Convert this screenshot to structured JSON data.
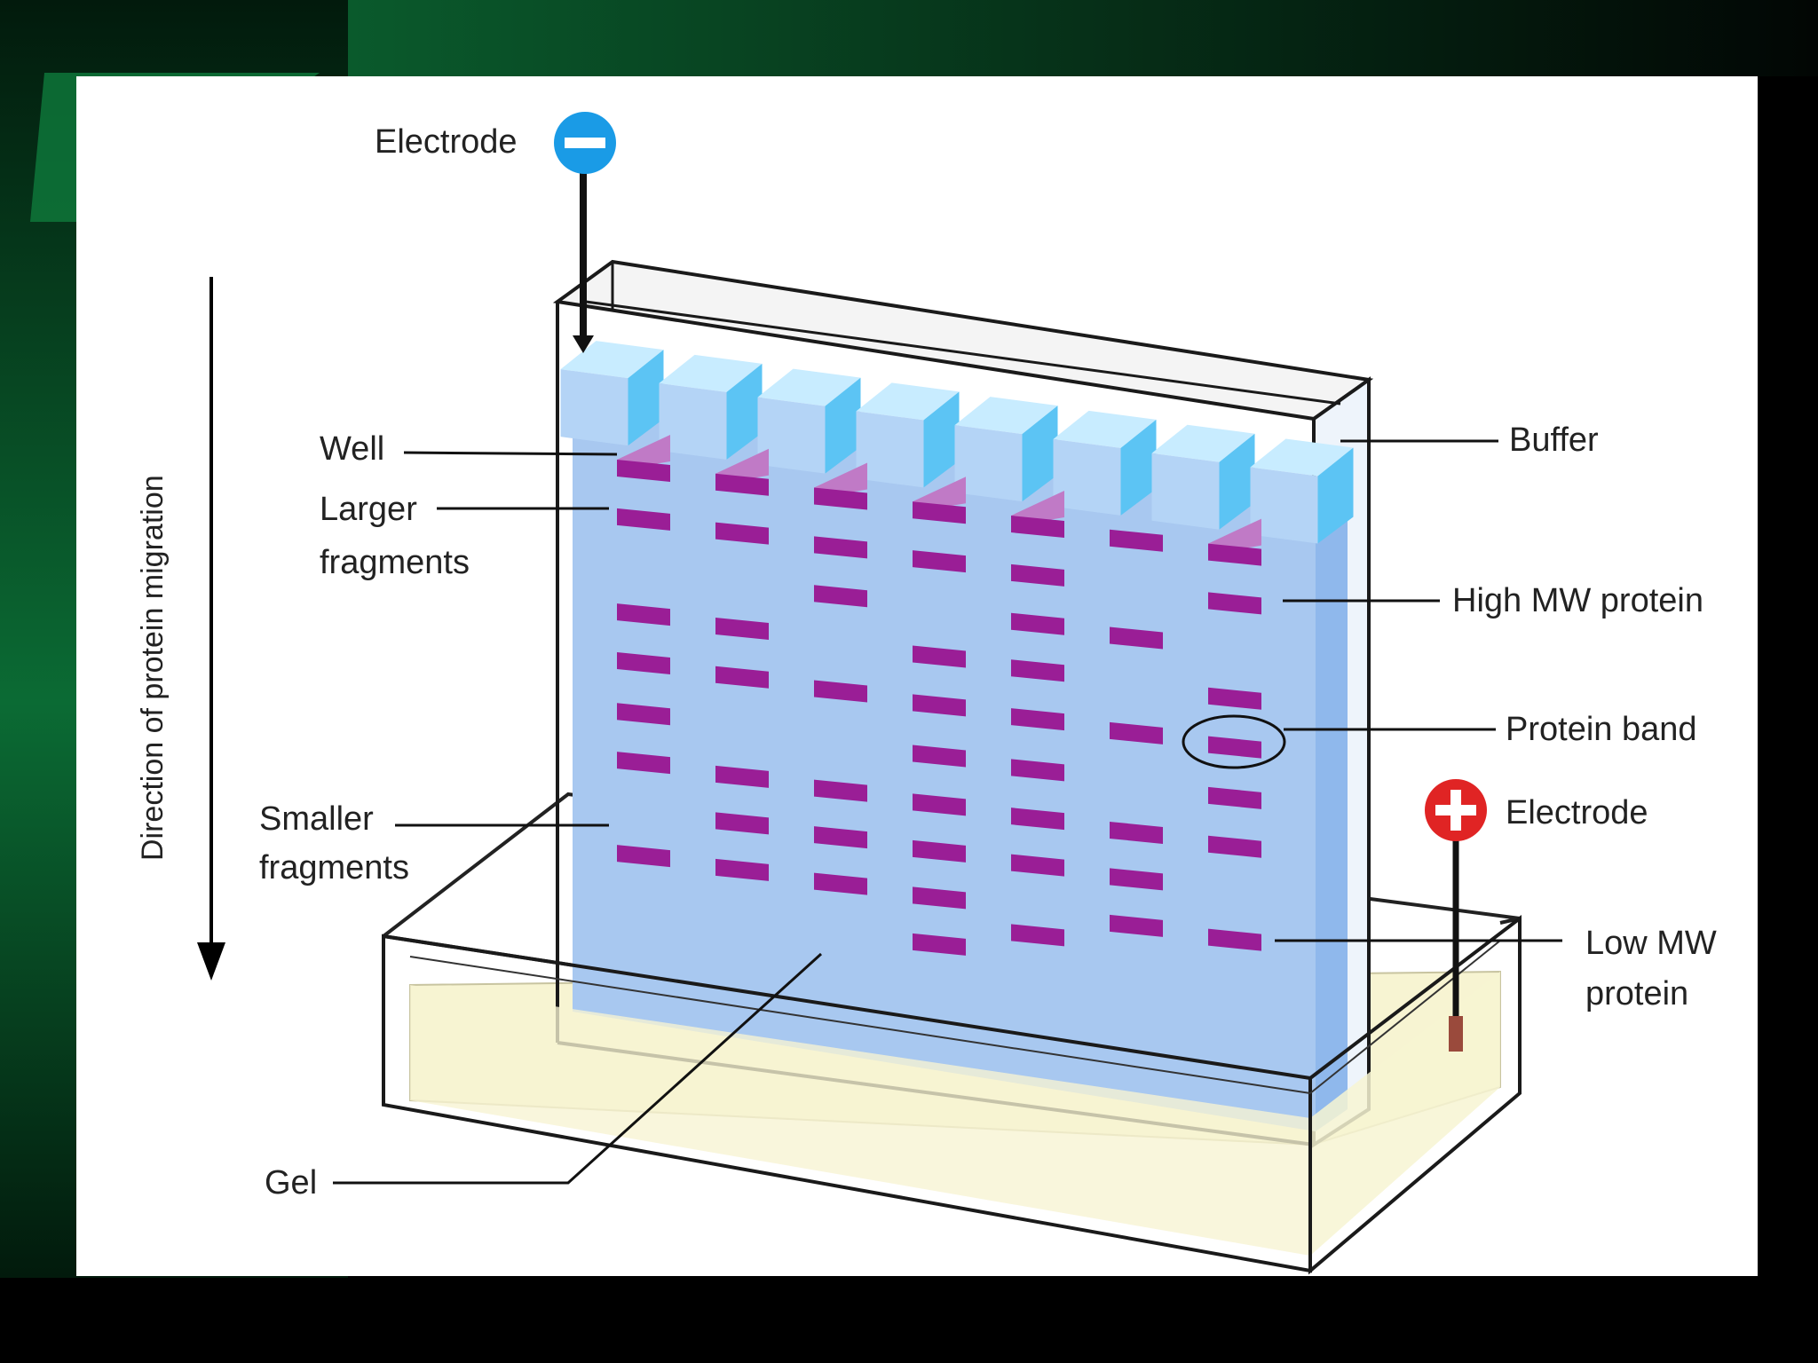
{
  "diagram": {
    "electrode_negative": {
      "label": "Electrode",
      "symbol": "minus-icon",
      "color": "#1a9be6"
    },
    "electrode_positive": {
      "label": "Electrode",
      "symbol": "plus-icon",
      "color": "#e02424"
    },
    "direction_label": "Direction of protein migration",
    "labels": {
      "well": "Well",
      "larger_1": "Larger",
      "larger_2": "fragments",
      "smaller_1": "Smaller",
      "smaller_2": "fragments",
      "gel": "Gel",
      "buffer": "Buffer",
      "high_mw": "High MW protein",
      "protein_band": "Protein band",
      "low_mw_1": "Low MW",
      "low_mw_2": "protein"
    },
    "colors": {
      "gel": "#a8c8f0",
      "well_top": "#c8ecff",
      "well_side": "#5cc4f4",
      "band": "#9a1e96",
      "sample": "#c07ac6",
      "buffer_fill": "#f7f4d2",
      "background_green": "#0b6b34"
    },
    "lanes": [
      {
        "wells_sample": true,
        "bands": [
          0.0,
          0.115,
          0.34,
          0.455,
          0.575,
          0.69,
          0.91
        ]
      },
      {
        "wells_sample": true,
        "bands": [
          0.0,
          0.115,
          0.34,
          0.455,
          0.69,
          0.8,
          0.91
        ]
      },
      {
        "wells_sample": true,
        "bands": [
          0.0,
          0.115,
          0.23,
          0.455,
          0.69,
          0.8,
          0.91
        ]
      },
      {
        "wells_sample": true,
        "bands": [
          0.0,
          0.115,
          0.34,
          0.455,
          0.575,
          0.69,
          0.8,
          0.91,
          1.02
        ]
      },
      {
        "wells_sample": true,
        "bands": [
          0.0,
          0.115,
          0.23,
          0.34,
          0.455,
          0.575,
          0.69,
          0.8,
          0.965
        ]
      },
      {
        "wells_sample": false,
        "bands": [
          0.0,
          0.23,
          0.455,
          0.69,
          0.8,
          0.91
        ]
      },
      {
        "wells_sample": true,
        "bands": [
          0.0,
          0.115,
          0.34,
          0.455,
          0.575,
          0.69,
          0.91
        ]
      }
    ]
  }
}
